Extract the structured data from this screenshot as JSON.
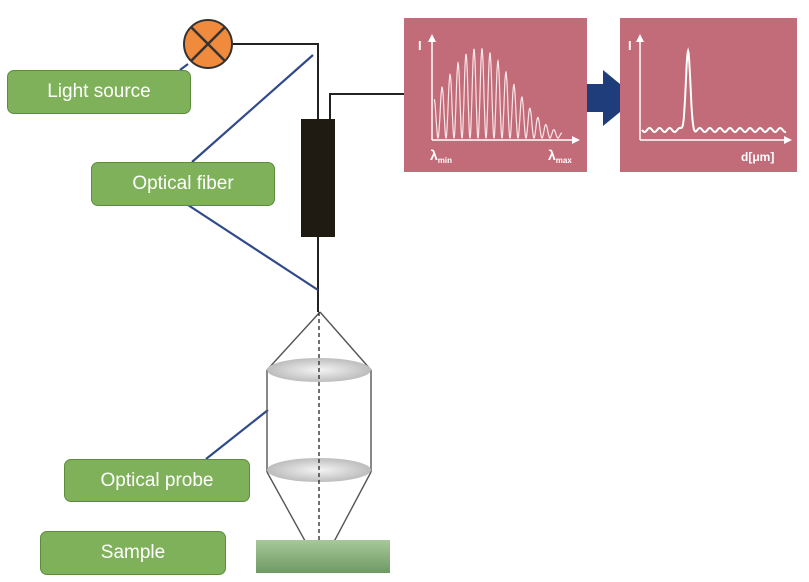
{
  "labels": {
    "light_source": "Light source",
    "optical_fiber": "Optical fiber",
    "optical_probe": "Optical probe",
    "sample": "Sample"
  },
  "spectrum_panel": {
    "y_axis": "I",
    "x_min": "λ",
    "x_min_sub": "min",
    "x_max": "λ",
    "x_max_sub": "max"
  },
  "distance_panel": {
    "y_axis": "I",
    "x_axis": "d[μm]"
  },
  "colors": {
    "label_fill": "#7fb15a",
    "panel_fill": "#c16c78",
    "fiber_line": "#2f4a8a",
    "arrow": "#1f3d7a",
    "lamp": "#f08a3c",
    "sample": "#7aa06a"
  },
  "icons": {
    "lamp": "lamp-icon",
    "arrow": "arrow-right-icon"
  }
}
